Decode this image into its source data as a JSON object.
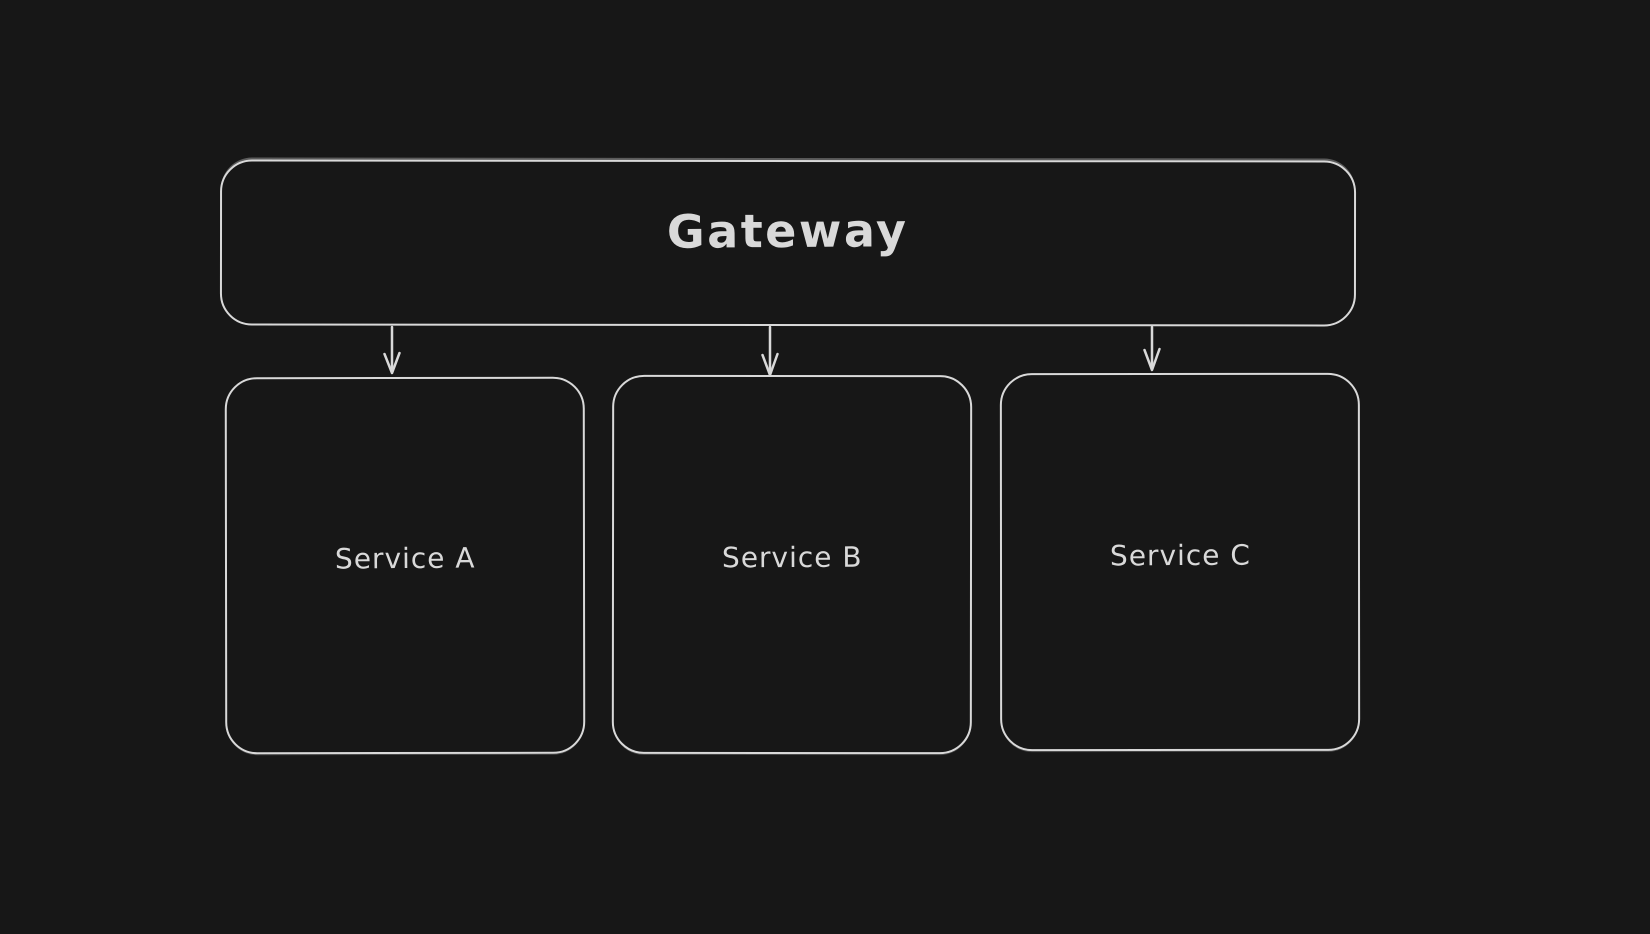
{
  "canvas": {
    "background_color": "#171717",
    "stroke_color": "#d9d9d9",
    "style": "hand-drawn-whiteboard"
  },
  "diagram": {
    "nodes": [
      {
        "id": "gateway",
        "label": "Gateway",
        "shape": "rounded-rectangle"
      },
      {
        "id": "service-a",
        "label": "Service A",
        "shape": "rounded-rectangle"
      },
      {
        "id": "service-b",
        "label": "Service B",
        "shape": "rounded-rectangle"
      },
      {
        "id": "service-c",
        "label": "Service C",
        "shape": "rounded-rectangle"
      }
    ],
    "edges": [
      {
        "from": "gateway",
        "to": "service-a",
        "type": "arrow-down"
      },
      {
        "from": "gateway",
        "to": "service-b",
        "type": "arrow-down"
      },
      {
        "from": "gateway",
        "to": "service-c",
        "type": "arrow-down"
      }
    ]
  }
}
